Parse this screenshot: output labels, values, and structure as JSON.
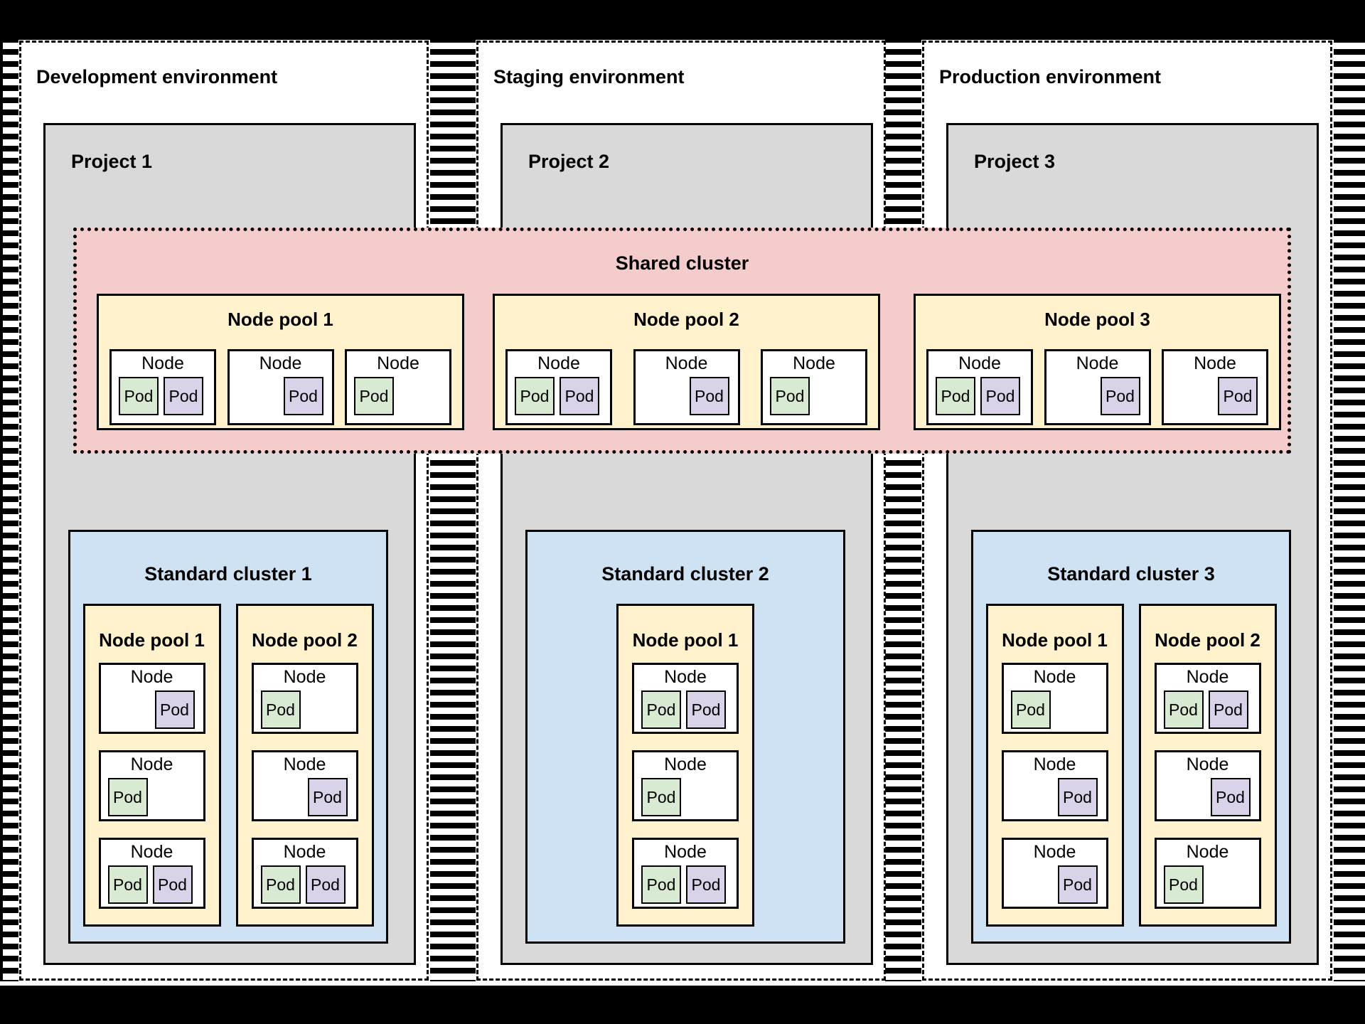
{
  "colors": {
    "project_fill": "#d9d9d9",
    "standard_cluster_fill": "#cfe2f3",
    "node_pool_fill": "#fff2cc",
    "shared_cluster_fill": "#f4cccc",
    "pod_green": "#d9ead3",
    "pod_purple": "#d9d2e9",
    "border": "#000000"
  },
  "environments": [
    {
      "title": "Development environment",
      "project": {
        "title": "Project 1",
        "cluster": {
          "title": "Standard cluster 1",
          "node_pools": [
            {
              "title": "Node pool 1",
              "nodes": [
                {
                  "label": "Node",
                  "pods": [
                    {
                      "label": "Pod",
                      "color": "purple",
                      "align": "right"
                    }
                  ]
                },
                {
                  "label": "Node",
                  "pods": [
                    {
                      "label": "Pod",
                      "color": "green",
                      "align": "left"
                    }
                  ]
                },
                {
                  "label": "Node",
                  "pods": [
                    {
                      "label": "Pod",
                      "color": "green",
                      "align": "left"
                    },
                    {
                      "label": "Pod",
                      "color": "purple",
                      "align": "left"
                    }
                  ]
                }
              ]
            },
            {
              "title": "Node pool 2",
              "nodes": [
                {
                  "label": "Node",
                  "pods": [
                    {
                      "label": "Pod",
                      "color": "green",
                      "align": "left"
                    }
                  ]
                },
                {
                  "label": "Node",
                  "pods": [
                    {
                      "label": "Pod",
                      "color": "purple",
                      "align": "right"
                    }
                  ]
                },
                {
                  "label": "Node",
                  "pods": [
                    {
                      "label": "Pod",
                      "color": "green",
                      "align": "left"
                    },
                    {
                      "label": "Pod",
                      "color": "purple",
                      "align": "left"
                    }
                  ]
                }
              ]
            }
          ]
        }
      }
    },
    {
      "title": "Staging environment",
      "project": {
        "title": "Project 2",
        "cluster": {
          "title": "Standard cluster 2",
          "node_pools": [
            {
              "title": "Node pool 1",
              "nodes": [
                {
                  "label": "Node",
                  "pods": [
                    {
                      "label": "Pod",
                      "color": "green",
                      "align": "left"
                    },
                    {
                      "label": "Pod",
                      "color": "purple",
                      "align": "left"
                    }
                  ]
                },
                {
                  "label": "Node",
                  "pods": [
                    {
                      "label": "Pod",
                      "color": "green",
                      "align": "left"
                    }
                  ]
                },
                {
                  "label": "Node",
                  "pods": [
                    {
                      "label": "Pod",
                      "color": "green",
                      "align": "left"
                    },
                    {
                      "label": "Pod",
                      "color": "purple",
                      "align": "left"
                    }
                  ]
                }
              ]
            }
          ]
        }
      }
    },
    {
      "title": "Production environment",
      "project": {
        "title": "Project 3",
        "cluster": {
          "title": "Standard cluster 3",
          "node_pools": [
            {
              "title": "Node pool 1",
              "nodes": [
                {
                  "label": "Node",
                  "pods": [
                    {
                      "label": "Pod",
                      "color": "green",
                      "align": "left"
                    }
                  ]
                },
                {
                  "label": "Node",
                  "pods": [
                    {
                      "label": "Pod",
                      "color": "purple",
                      "align": "right"
                    }
                  ]
                },
                {
                  "label": "Node",
                  "pods": [
                    {
                      "label": "Pod",
                      "color": "purple",
                      "align": "right"
                    }
                  ]
                }
              ]
            },
            {
              "title": "Node pool 2",
              "nodes": [
                {
                  "label": "Node",
                  "pods": [
                    {
                      "label": "Pod",
                      "color": "green",
                      "align": "left"
                    },
                    {
                      "label": "Pod",
                      "color": "purple",
                      "align": "left"
                    }
                  ]
                },
                {
                  "label": "Node",
                  "pods": [
                    {
                      "label": "Pod",
                      "color": "purple",
                      "align": "right"
                    }
                  ]
                },
                {
                  "label": "Node",
                  "pods": [
                    {
                      "label": "Pod",
                      "color": "green",
                      "align": "left"
                    }
                  ]
                }
              ]
            }
          ]
        }
      }
    }
  ],
  "shared_cluster": {
    "title": "Shared cluster",
    "node_pools": [
      {
        "title": "Node pool 1",
        "nodes": [
          {
            "label": "Node",
            "pods": [
              {
                "label": "Pod",
                "color": "green",
                "align": "left"
              },
              {
                "label": "Pod",
                "color": "purple",
                "align": "left"
              }
            ]
          },
          {
            "label": "Node",
            "pods": [
              {
                "label": "Pod",
                "color": "purple",
                "align": "right"
              }
            ]
          },
          {
            "label": "Node",
            "pods": [
              {
                "label": "Pod",
                "color": "green",
                "align": "left"
              }
            ]
          }
        ]
      },
      {
        "title": "Node pool 2",
        "nodes": [
          {
            "label": "Node",
            "pods": [
              {
                "label": "Pod",
                "color": "green",
                "align": "left"
              },
              {
                "label": "Pod",
                "color": "purple",
                "align": "left"
              }
            ]
          },
          {
            "label": "Node",
            "pods": [
              {
                "label": "Pod",
                "color": "purple",
                "align": "right"
              }
            ]
          },
          {
            "label": "Node",
            "pods": [
              {
                "label": "Pod",
                "color": "green",
                "align": "left"
              }
            ]
          }
        ]
      },
      {
        "title": "Node pool 3",
        "nodes": [
          {
            "label": "Node",
            "pods": [
              {
                "label": "Pod",
                "color": "green",
                "align": "left"
              },
              {
                "label": "Pod",
                "color": "purple",
                "align": "left"
              }
            ]
          },
          {
            "label": "Node",
            "pods": [
              {
                "label": "Pod",
                "color": "purple",
                "align": "right"
              }
            ]
          },
          {
            "label": "Node",
            "pods": [
              {
                "label": "Pod",
                "color": "purple",
                "align": "right"
              }
            ]
          }
        ]
      }
    ]
  }
}
